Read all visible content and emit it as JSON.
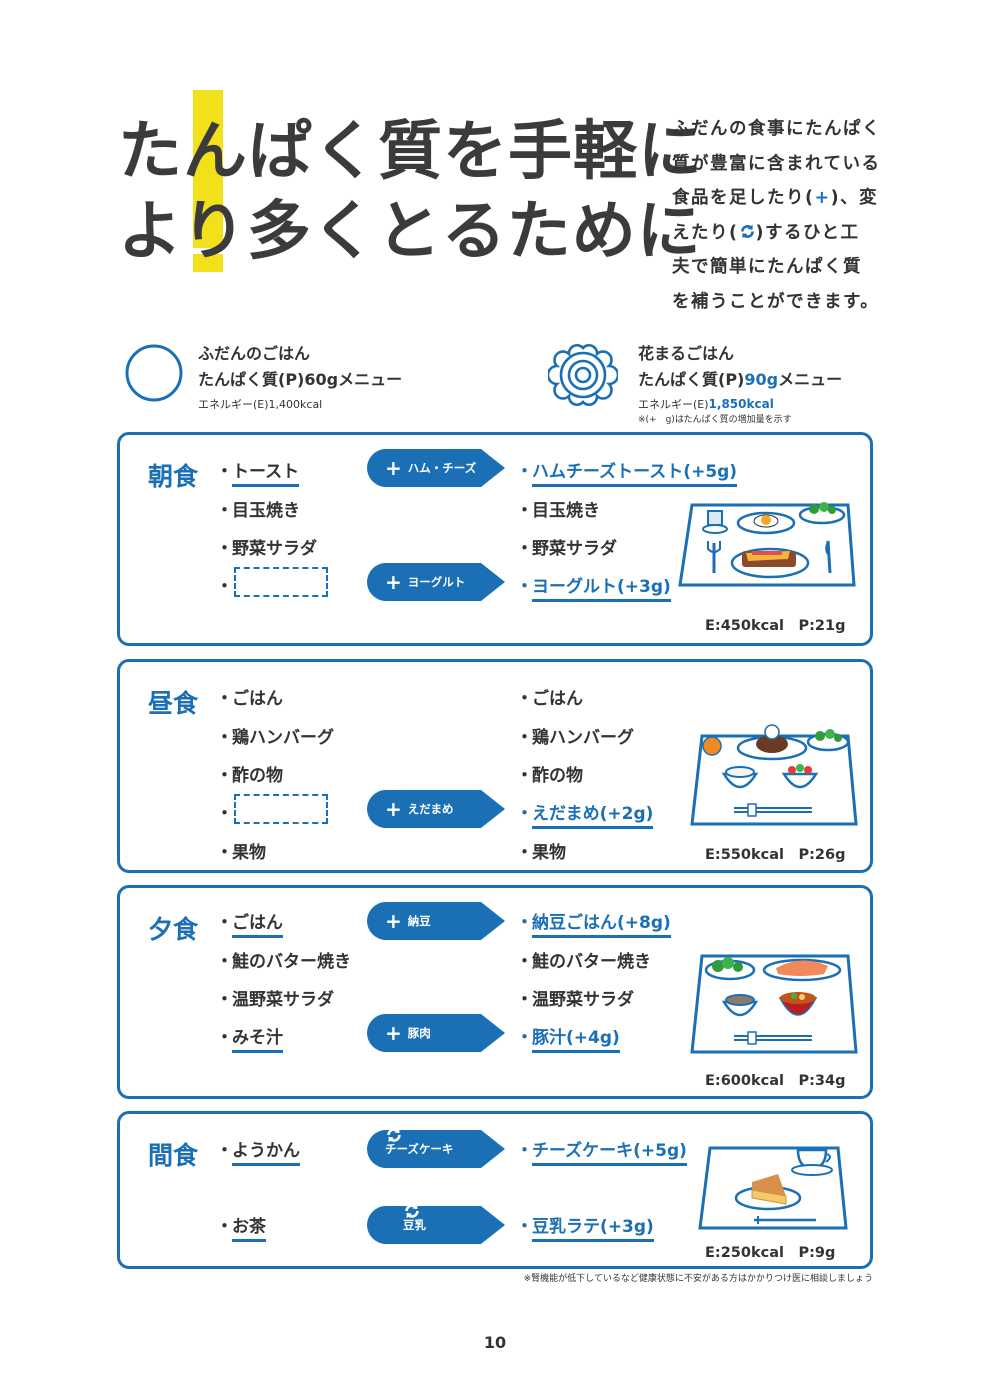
{
  "title": {
    "line1": "たんぱく質を手軽に",
    "line2": "より多くとるために"
  },
  "intro": {
    "lines": [
      "ふだんの食事にたんぱく",
      "質が豊富に含まれている",
      "食品を足したり(",
      "えたり(",
      "夫で簡単にたんぱく質",
      "を補うことができます。"
    ],
    "line3_tail": ")、変",
    "line4_tail": ")するひと工",
    "plus_icon": "+",
    "swap_icon": "swap-icon"
  },
  "legend": {
    "normal": {
      "name": "ふだんのごはん",
      "protein": "たんぱく質(P)60gメニュー",
      "energy": "エネルギー(E)1,400kcal"
    },
    "flower": {
      "name": "花まるごはん",
      "protein_prefix": "たんぱく質(P)",
      "protein_value": "90g",
      "protein_suffix": "メニュー",
      "energy_prefix": "エネルギー(E)",
      "energy_value": "1,850kcal",
      "note": "※(+　g)はたんぱく質の増加量を示す"
    }
  },
  "colors": {
    "accent": "#1a6fb5",
    "highlight": "#f2e01a",
    "text": "#333333"
  },
  "sections": {
    "breakfast": {
      "title": "朝食",
      "left": [
        "トースト",
        "目玉焼き",
        "野菜サラダ",
        ""
      ],
      "arrows": [
        "ハム・チーズ",
        "ヨーグルト"
      ],
      "right": [
        "ハムチーズトースト(+5g)",
        "目玉焼き",
        "野菜サラダ",
        "ヨーグルト(+3g)"
      ],
      "nutrition": "E:450kcal　P:21g"
    },
    "lunch": {
      "title": "昼食",
      "left": [
        "ごはん",
        "鶏ハンバーグ",
        "酢の物",
        "",
        "果物"
      ],
      "arrows": [
        "えだまめ"
      ],
      "right": [
        "ごはん",
        "鶏ハンバーグ",
        "酢の物",
        "えだまめ(+2g)",
        "果物"
      ],
      "nutrition": "E:550kcal　P:26g"
    },
    "dinner": {
      "title": "夕食",
      "left": [
        "ごはん",
        "鮭のバター焼き",
        "温野菜サラダ",
        "みそ汁"
      ],
      "arrows": [
        "納豆",
        "豚肉"
      ],
      "right": [
        "納豆ごはん(+8g)",
        "鮭のバター焼き",
        "温野菜サラダ",
        "豚汁(+4g)"
      ],
      "nutrition": "E:600kcal　P:34g"
    },
    "snack": {
      "title": "間食",
      "left": [
        "ようかん",
        "お茶"
      ],
      "arrows": [
        "チーズケーキ",
        "豆乳"
      ],
      "right": [
        "チーズケーキ(+5g)",
        "豆乳ラテ(+3g)"
      ],
      "nutrition": "E:250kcal　P:9g"
    }
  },
  "footnote": "※腎機能が低下しているなど健康状態に不安がある方はかかりつけ医に相談しましょう",
  "page_number": "10"
}
